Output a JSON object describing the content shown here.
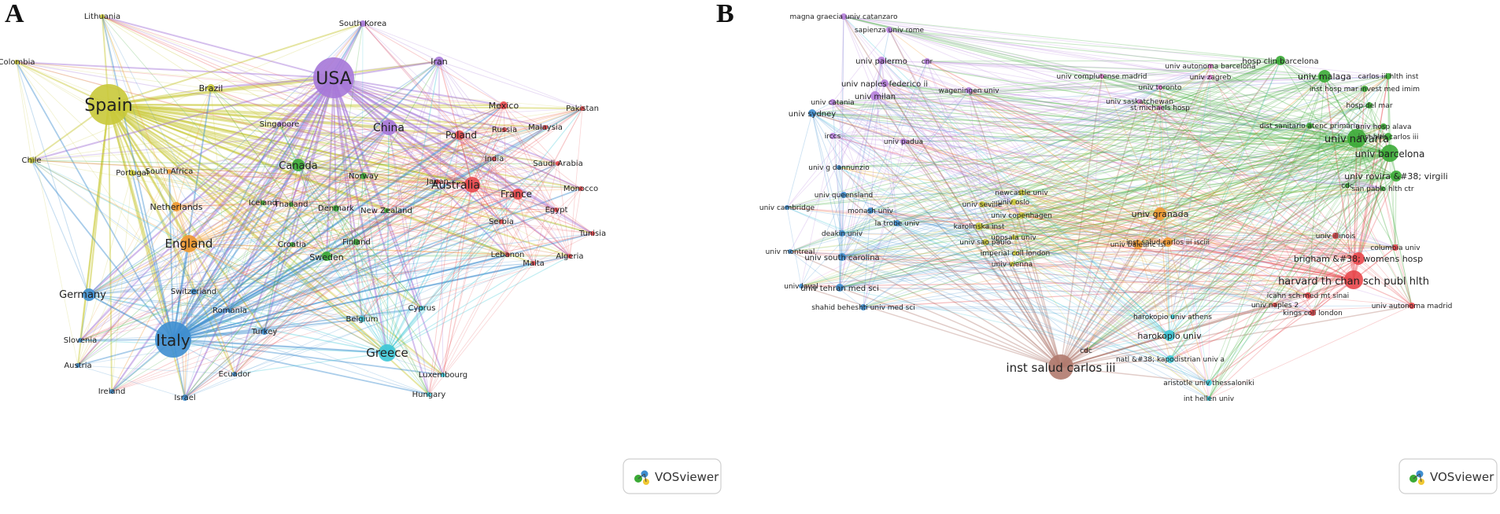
{
  "panels": [
    {
      "letter": "A",
      "badge": "VOSviewer",
      "colors": {
        "yellow": "#c9c93a",
        "purple": "#a678d8",
        "red": "#e8474b",
        "green": "#3aaa35",
        "orange": "#f0982f",
        "blue": "#3e8ed0",
        "cyan": "#3cc6d6"
      },
      "nodes": [
        {
          "label": "Spain",
          "c": "yellow",
          "r": 26
        },
        {
          "label": "USA",
          "c": "purple",
          "r": 26
        },
        {
          "label": "Italy",
          "c": "blue",
          "r": 23
        },
        {
          "label": "England",
          "c": "orange",
          "r": 11
        },
        {
          "label": "Greece",
          "c": "cyan",
          "r": 11
        },
        {
          "label": "Australia",
          "c": "red",
          "r": 10
        },
        {
          "label": "China",
          "c": "purple",
          "r": 10
        },
        {
          "label": "Canada",
          "c": "green",
          "r": 8
        },
        {
          "label": "Germany",
          "c": "blue",
          "r": 8
        },
        {
          "label": "France",
          "c": "red",
          "r": 7
        },
        {
          "label": "Poland",
          "c": "red",
          "r": 6
        },
        {
          "label": "Sweden",
          "c": "green",
          "r": 6
        },
        {
          "label": "Netherlands",
          "c": "orange",
          "r": 6
        },
        {
          "label": "Iran",
          "c": "purple",
          "r": 6
        },
        {
          "label": "Brazil",
          "c": "yellow",
          "r": 5
        },
        {
          "label": "Mexico",
          "c": "red",
          "r": 5
        },
        {
          "label": "Portugal",
          "c": "yellow",
          "r": 4
        },
        {
          "label": "Denmark",
          "c": "green",
          "r": 4
        },
        {
          "label": "Norway",
          "c": "green",
          "r": 4
        },
        {
          "label": "Finland",
          "c": "green",
          "r": 4
        },
        {
          "label": "Switzerland",
          "c": "blue",
          "r": 4
        },
        {
          "label": "Turkey",
          "c": "blue",
          "r": 4
        },
        {
          "label": "Belgium",
          "c": "cyan",
          "r": 4
        },
        {
          "label": "Chile",
          "c": "yellow",
          "r": 4
        },
        {
          "label": "South Korea",
          "c": "purple",
          "r": 4
        },
        {
          "label": "Lithuania",
          "c": "yellow",
          "r": 3
        },
        {
          "label": "Colombia",
          "c": "yellow",
          "r": 3
        },
        {
          "label": "Singapore",
          "c": "purple",
          "r": 3
        },
        {
          "label": "Russia",
          "c": "red",
          "r": 3
        },
        {
          "label": "Malaysia",
          "c": "red",
          "r": 3
        },
        {
          "label": "Pakistan",
          "c": "red",
          "r": 3
        },
        {
          "label": "India",
          "c": "red",
          "r": 3
        },
        {
          "label": "Saudi Arabia",
          "c": "red",
          "r": 3
        },
        {
          "label": "Japan",
          "c": "red",
          "r": 3
        },
        {
          "label": "Monocco",
          "c": "red",
          "r": 3
        },
        {
          "label": "Egypt",
          "c": "red",
          "r": 3
        },
        {
          "label": "Tunisia",
          "c": "red",
          "r": 3
        },
        {
          "label": "Serbia",
          "c": "red",
          "r": 3
        },
        {
          "label": "Lebanon",
          "c": "red",
          "r": 3
        },
        {
          "label": "Malta",
          "c": "red",
          "r": 3
        },
        {
          "label": "Algeria",
          "c": "red",
          "r": 3
        },
        {
          "label": "New Zealand",
          "c": "green",
          "r": 3
        },
        {
          "label": "Iceland",
          "c": "green",
          "r": 3
        },
        {
          "label": "Thailand",
          "c": "green",
          "r": 3
        },
        {
          "label": "Croatia",
          "c": "green",
          "r": 3
        },
        {
          "label": "South Africa",
          "c": "orange",
          "r": 3
        },
        {
          "label": "Romania",
          "c": "blue",
          "r": 3
        },
        {
          "label": "Slovenia",
          "c": "blue",
          "r": 3
        },
        {
          "label": "Austria",
          "c": "blue",
          "r": 3
        },
        {
          "label": "Ireland",
          "c": "blue",
          "r": 3
        },
        {
          "label": "Israel",
          "c": "blue",
          "r": 4
        },
        {
          "label": "Ecuador",
          "c": "blue",
          "r": 3
        },
        {
          "label": "Cyprus",
          "c": "cyan",
          "r": 3
        },
        {
          "label": "Luxembourg",
          "c": "cyan",
          "r": 3
        },
        {
          "label": "Hungary",
          "c": "cyan",
          "r": 3
        }
      ]
    },
    {
      "letter": "B",
      "badge": "VOSviewer",
      "colors": {
        "purple": "#b680dc",
        "pink": "#e57fd3",
        "green": "#3aaa35",
        "blue": "#3e8ed0",
        "yellow": "#c9c93a",
        "orange": "#f0982f",
        "red": "#e8474b",
        "cyan": "#3cc6d6",
        "brown": "#b07a6e"
      },
      "nodes": [
        {
          "label": "inst salud carlos iii",
          "c": "brown",
          "r": 16
        },
        {
          "label": "harvard th chan sch publ hlth",
          "c": "red",
          "r": 12
        },
        {
          "label": "univ navarra",
          "c": "green",
          "r": 12
        },
        {
          "label": "univ barcelona",
          "c": "green",
          "r": 11
        },
        {
          "label": "brigham &#38; womens hosp",
          "c": "red",
          "r": 8
        },
        {
          "label": "univ granada",
          "c": "orange",
          "r": 8
        },
        {
          "label": "univ malaga",
          "c": "green",
          "r": 8
        },
        {
          "label": "harokopio univ",
          "c": "cyan",
          "r": 7
        },
        {
          "label": "univ rovira &#38; virgili",
          "c": "green",
          "r": 7
        },
        {
          "label": "inst salud carlos iii isciii",
          "c": "orange",
          "r": 6
        },
        {
          "label": "univ balearic isl",
          "c": "orange",
          "r": 6
        },
        {
          "label": "hosp clin barcelona",
          "c": "green",
          "r": 6
        },
        {
          "label": "natl &#38; kapodistrian univ a",
          "c": "cyan",
          "r": 5
        },
        {
          "label": "univ milan",
          "c": "purple",
          "r": 6
        },
        {
          "label": "univ naples federico ii",
          "c": "purple",
          "r": 5
        },
        {
          "label": "univ palermo",
          "c": "purple",
          "r": 5
        },
        {
          "label": "univ sydney",
          "c": "blue",
          "r": 5
        },
        {
          "label": "univ tehran med sci",
          "c": "blue",
          "r": 5
        },
        {
          "label": "univ south carolina",
          "c": "blue",
          "r": 5
        },
        {
          "label": "magna graecia univ catanzaro",
          "c": "purple",
          "r": 4
        },
        {
          "label": "sapienza univ rome",
          "c": "purple",
          "r": 4
        },
        {
          "label": "cnr",
          "c": "purple",
          "r": 4
        },
        {
          "label": "univ catania",
          "c": "purple",
          "r": 4
        },
        {
          "label": "wageningen univ",
          "c": "purple",
          "r": 4
        },
        {
          "label": "irccs",
          "c": "purple",
          "r": 4
        },
        {
          "label": "univ padua",
          "c": "purple",
          "r": 4
        },
        {
          "label": "univ autonoma barcelona",
          "c": "pink",
          "r": 3
        },
        {
          "label": "univ complutense madrid",
          "c": "pink",
          "r": 3
        },
        {
          "label": "univ toronto",
          "c": "pink",
          "r": 3
        },
        {
          "label": "univ zagreb",
          "c": "pink",
          "r": 3
        },
        {
          "label": "univ saskatchewan",
          "c": "pink",
          "r": 3
        },
        {
          "label": "st michaels hosp",
          "c": "pink",
          "r": 3
        },
        {
          "label": "carlos iii hlth inst",
          "c": "green",
          "r": 4
        },
        {
          "label": "inst hosp mar invest med imim",
          "c": "green",
          "r": 4
        },
        {
          "label": "hosp del mar",
          "c": "green",
          "r": 4
        },
        {
          "label": "dist sanitario atenc primaria",
          "c": "green",
          "r": 4
        },
        {
          "label": "univ hosp alava",
          "c": "green",
          "r": 4
        },
        {
          "label": "inst hlth carlos iii",
          "c": "green",
          "r": 5
        },
        {
          "label": "cdc",
          "c": "green",
          "r": 3
        },
        {
          "label": "san pablo hlth ctr",
          "c": "green",
          "r": 3
        },
        {
          "label": "univ g dannunzio",
          "c": "blue",
          "r": 3
        },
        {
          "label": "univ queensland",
          "c": "blue",
          "r": 4
        },
        {
          "label": "univ cambridge",
          "c": "blue",
          "r": 3
        },
        {
          "label": "monash univ",
          "c": "blue",
          "r": 4
        },
        {
          "label": "la trobe univ",
          "c": "blue",
          "r": 4
        },
        {
          "label": "deakin univ",
          "c": "blue",
          "r": 4
        },
        {
          "label": "univ montreal",
          "c": "blue",
          "r": 3
        },
        {
          "label": "univ laval",
          "c": "blue",
          "r": 3
        },
        {
          "label": "shahid beheshti univ med sci",
          "c": "blue",
          "r": 4
        },
        {
          "label": "newcastle univ",
          "c": "yellow",
          "r": 4
        },
        {
          "label": "univ seville",
          "c": "yellow",
          "r": 4
        },
        {
          "label": "univ oslo",
          "c": "yellow",
          "r": 4
        },
        {
          "label": "univ copenhagen",
          "c": "yellow",
          "r": 4
        },
        {
          "label": "karolinska inst",
          "c": "yellow",
          "r": 5
        },
        {
          "label": "univ sao paulo",
          "c": "yellow",
          "r": 4
        },
        {
          "label": "uppsala univ",
          "c": "yellow",
          "r": 3
        },
        {
          "label": "imperial coll london",
          "c": "yellow",
          "r": 3
        },
        {
          "label": "univ vienna",
          "c": "yellow",
          "r": 3
        },
        {
          "label": "univ illinois",
          "c": "red",
          "r": 4
        },
        {
          "label": "columbia univ",
          "c": "red",
          "r": 4
        },
        {
          "label": "icahn sch med mt sinai",
          "c": "red",
          "r": 4
        },
        {
          "label": "univ naples 2",
          "c": "red",
          "r": 3
        },
        {
          "label": "kings coll london",
          "c": "red",
          "r": 4
        },
        {
          "label": "univ autonoma madrid",
          "c": "red",
          "r": 4
        },
        {
          "label": "harokopio univ athens",
          "c": "cyan",
          "r": 3
        },
        {
          "label": "aristotle univ thessaloniki",
          "c": "cyan",
          "r": 4
        },
        {
          "label": "int hellen univ",
          "c": "cyan",
          "r": 3
        },
        {
          "label": "cdc",
          "c": "brown",
          "r": 3
        }
      ]
    }
  ]
}
